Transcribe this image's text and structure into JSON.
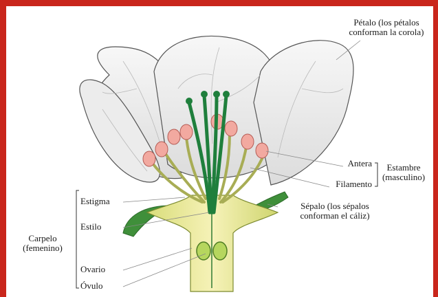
{
  "labels": {
    "petalo_line1": "Pétalo (los pétalos",
    "petalo_line2": "conforman la corola)",
    "antera": "Antera",
    "filamento": "Filamento",
    "estambre_line1": "Estambre",
    "estambre_line2": "(masculino)",
    "estigma": "Estigma",
    "estilo": "Estilo",
    "carpelo_line1": "Carpelo",
    "carpelo_line2": "(femenino)",
    "ovario": "Ovario",
    "ovulo": "Óvulo",
    "sepalo_line1": "Sépalo (los sépalos",
    "sepalo_line2": "conforman el cáliz)"
  },
  "colors": {
    "frame": "#c9261c",
    "petal_fill": "#f3f3f3",
    "petal_vein": "#b9b9b9",
    "receptacle": "#f1eda6",
    "pistil": "#1f7f3c",
    "anther": "#f2a9a0",
    "sepal": "#3f8f3a"
  }
}
